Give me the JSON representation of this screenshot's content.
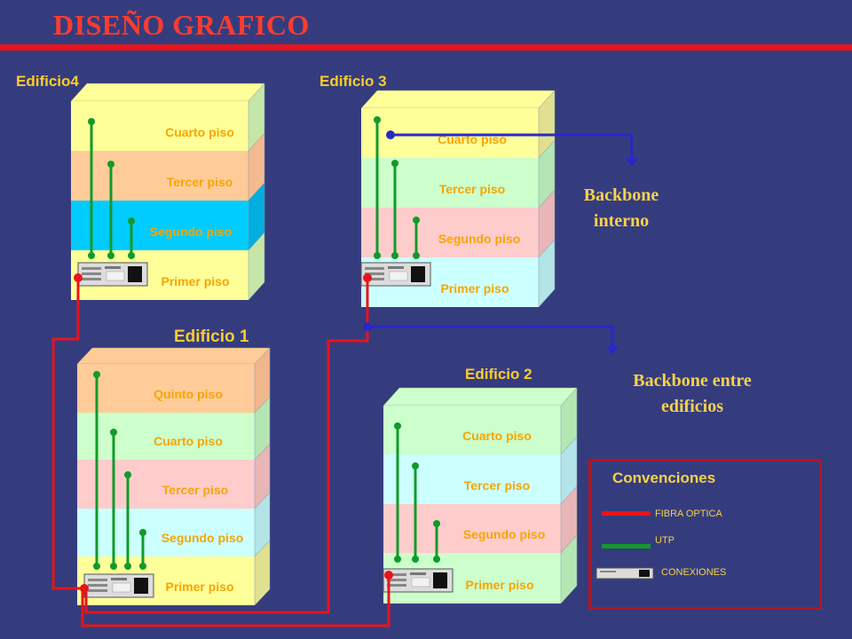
{
  "title": "DISEÑO GRAFICO",
  "buildings": {
    "edificio4": {
      "name": "Edificio4",
      "floors": [
        {
          "label": "Cuarto piso",
          "color": "#ffff99",
          "side": "#c6e6a8"
        },
        {
          "label": "Tercer piso",
          "color": "#ffcc99",
          "side": "#f3b990"
        },
        {
          "label": "Segundo piso",
          "color": "#00ccff",
          "side": "#00aee0"
        },
        {
          "label": "Primer piso",
          "color": "#ffff99",
          "side": "#c6e6a8"
        }
      ]
    },
    "edificio3": {
      "name": "Edificio 3",
      "floors": [
        {
          "label": "Cuarto piso",
          "color": "#ffff99",
          "side": "#e0e090"
        },
        {
          "label": "Tercer piso",
          "color": "#ccffcc",
          "side": "#b4e6b4"
        },
        {
          "label": "Segundo piso",
          "color": "#ffcccc",
          "side": "#e8b6b6"
        },
        {
          "label": "Primer piso",
          "color": "#ccffff",
          "side": "#b2e4e8"
        }
      ]
    },
    "edificio1": {
      "name": "Edificio 1",
      "floors": [
        {
          "label": "Quinto piso",
          "color": "#ffcc99",
          "side": "#f0b78e"
        },
        {
          "label": "Cuarto piso",
          "color": "#ccffcc",
          "side": "#b4e6b4"
        },
        {
          "label": "Tercer piso",
          "color": "#ffcccc",
          "side": "#e8b6b6"
        },
        {
          "label": "Segundo piso",
          "color": "#ccffff",
          "side": "#b2e4e8"
        },
        {
          "label": "Primer piso",
          "color": "#ffff99",
          "side": "#e0e090"
        }
      ]
    },
    "edificio2": {
      "name": "Edificio 2",
      "floors": [
        {
          "label": "Cuarto piso",
          "color": "#ccffcc",
          "side": "#b4e6b4"
        },
        {
          "label": "Tercer piso",
          "color": "#ccffff",
          "side": "#b2e4e8"
        },
        {
          "label": "Segundo piso",
          "color": "#ffcccc",
          "side": "#e8b6b6"
        },
        {
          "label": "Primer piso",
          "color": "#ccffcc",
          "side": "#b4e6b4"
        }
      ]
    }
  },
  "backbone": {
    "interno_line1": "Backbone",
    "interno_line2": "interno",
    "entre_line1": "Backbone entre",
    "entre_line2": "edificios"
  },
  "legend": {
    "title": "Convenciones",
    "fibra": "FIBRA OPTICA",
    "utp": "UTP",
    "conexiones": "CONEXIONES"
  },
  "colors": {
    "background": "#353c7e",
    "fiber": "#e8141a",
    "utp": "#129a2a",
    "backbone": "#2828c8",
    "floor_text": "#f7a500",
    "building_name": "#ffcc2a",
    "label": "#f7d24a"
  }
}
